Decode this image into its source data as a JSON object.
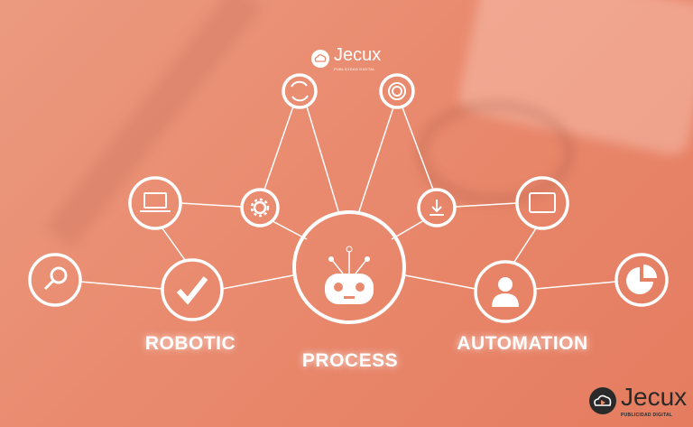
{
  "labels": {
    "robotic": "ROBOTIC",
    "process": "PROCESS",
    "automation": "AUTOMATION"
  },
  "logo_top": {
    "name": "Jecux",
    "tagline": "PUBLICIDAD DIGITAL"
  },
  "logo_bottom": {
    "name": "Jecux",
    "tagline": "PUBLICIDAD DIGITAL"
  },
  "nodes": [
    "refresh-icon",
    "settings-ring-icon",
    "laptop-icon",
    "gear-icon",
    "download-icon",
    "tablet-icon",
    "search-icon",
    "checkmark-icon",
    "robot-icon",
    "person-icon",
    "pie-chart-icon"
  ],
  "colors": {
    "background": "#e98a6e",
    "stroke": "#ffffff",
    "logo_dark": "#2a2a2a"
  }
}
